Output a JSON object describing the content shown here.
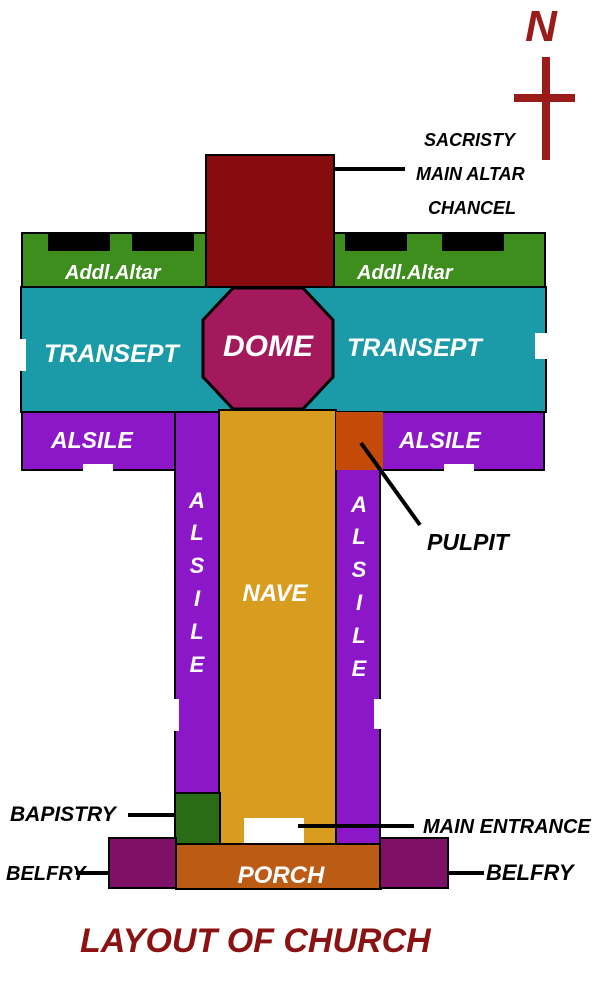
{
  "colors": {
    "green": "#3d8e1d",
    "sacristy": "#870c0f",
    "transept": "#1b9aa8",
    "dome": "#a3195b",
    "aisle": "#8c17c9",
    "nave": "#d89c1f",
    "pulpit": "#c44a0a",
    "baptistry": "#2a6c16",
    "porch": "#bc5c14",
    "belfry": "#7f1067",
    "north": "#9b1a1a"
  },
  "compass": {
    "letter": "N"
  },
  "labels": {
    "sacristy": "SACRISTY",
    "main_altar": "MAIN ALTAR",
    "chancel": "CHANCEL",
    "addl_altar_left": "Addl.Altar",
    "addl_altar_right": "Addl.Altar",
    "transept_left": "TRANSEPT",
    "dome": "DOME",
    "transept_right": "TRANSEPT",
    "aisle_left": "ALSILE",
    "aisle_right": "ALSILE",
    "aisle_vertical_left": [
      "A",
      "L",
      "S",
      "I",
      "L",
      "E"
    ],
    "aisle_vertical_right": [
      "A",
      "L",
      "S",
      "I",
      "L",
      "E"
    ],
    "nave": "NAVE",
    "pulpit": "PULPIT",
    "baptistry": "BAPISTRY",
    "main_entrance": "MAIN ENTRANCE",
    "porch": "PORCH",
    "belfry_left": "BELFRY",
    "belfry_right": "BELFRY"
  },
  "caption": "LAYOUT OF CHURCH"
}
